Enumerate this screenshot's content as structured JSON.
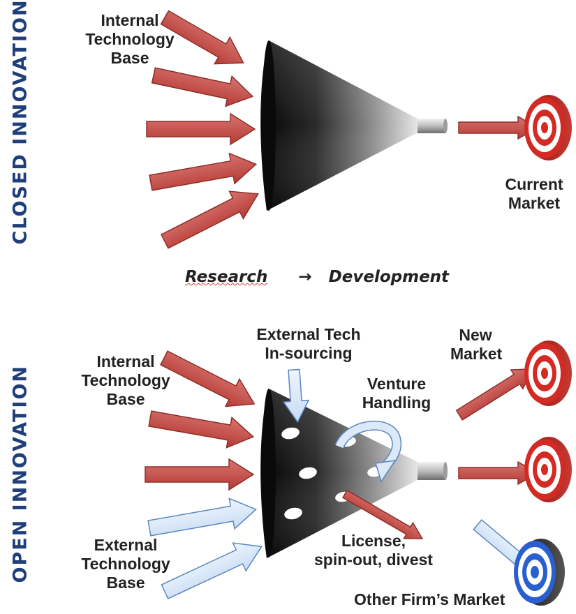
{
  "closed": {
    "side_label": "CLOSED INNOVATION",
    "internal_base": [
      "Internal",
      "Technology",
      "Base"
    ],
    "target_label": [
      "Current",
      "Market"
    ]
  },
  "flow": {
    "research": "Research",
    "arrow": "→",
    "development": "Development"
  },
  "open": {
    "side_label": "OPEN INNOVATION",
    "internal_base": [
      "Internal",
      "Technology",
      "Base"
    ],
    "external_base": [
      "External",
      "Technology",
      "Base"
    ],
    "insourcing": [
      "External Tech",
      "In-sourcing"
    ],
    "venture": [
      "Venture",
      "Handling"
    ],
    "license": [
      "License,",
      "spin-out, divest"
    ],
    "new_market": [
      "New",
      "Market"
    ],
    "other_market": "Other Firm’s Market"
  },
  "colors": {
    "red_arrow": "#c9554f",
    "red_arrow_edge": "#8e2d28",
    "blue_arrow": "#d7e6f7",
    "blue_arrow_edge": "#5b86bf",
    "side_label": "#1f3f7a",
    "target_red": "#d42a24",
    "target_blue": "#2a5fd0"
  }
}
